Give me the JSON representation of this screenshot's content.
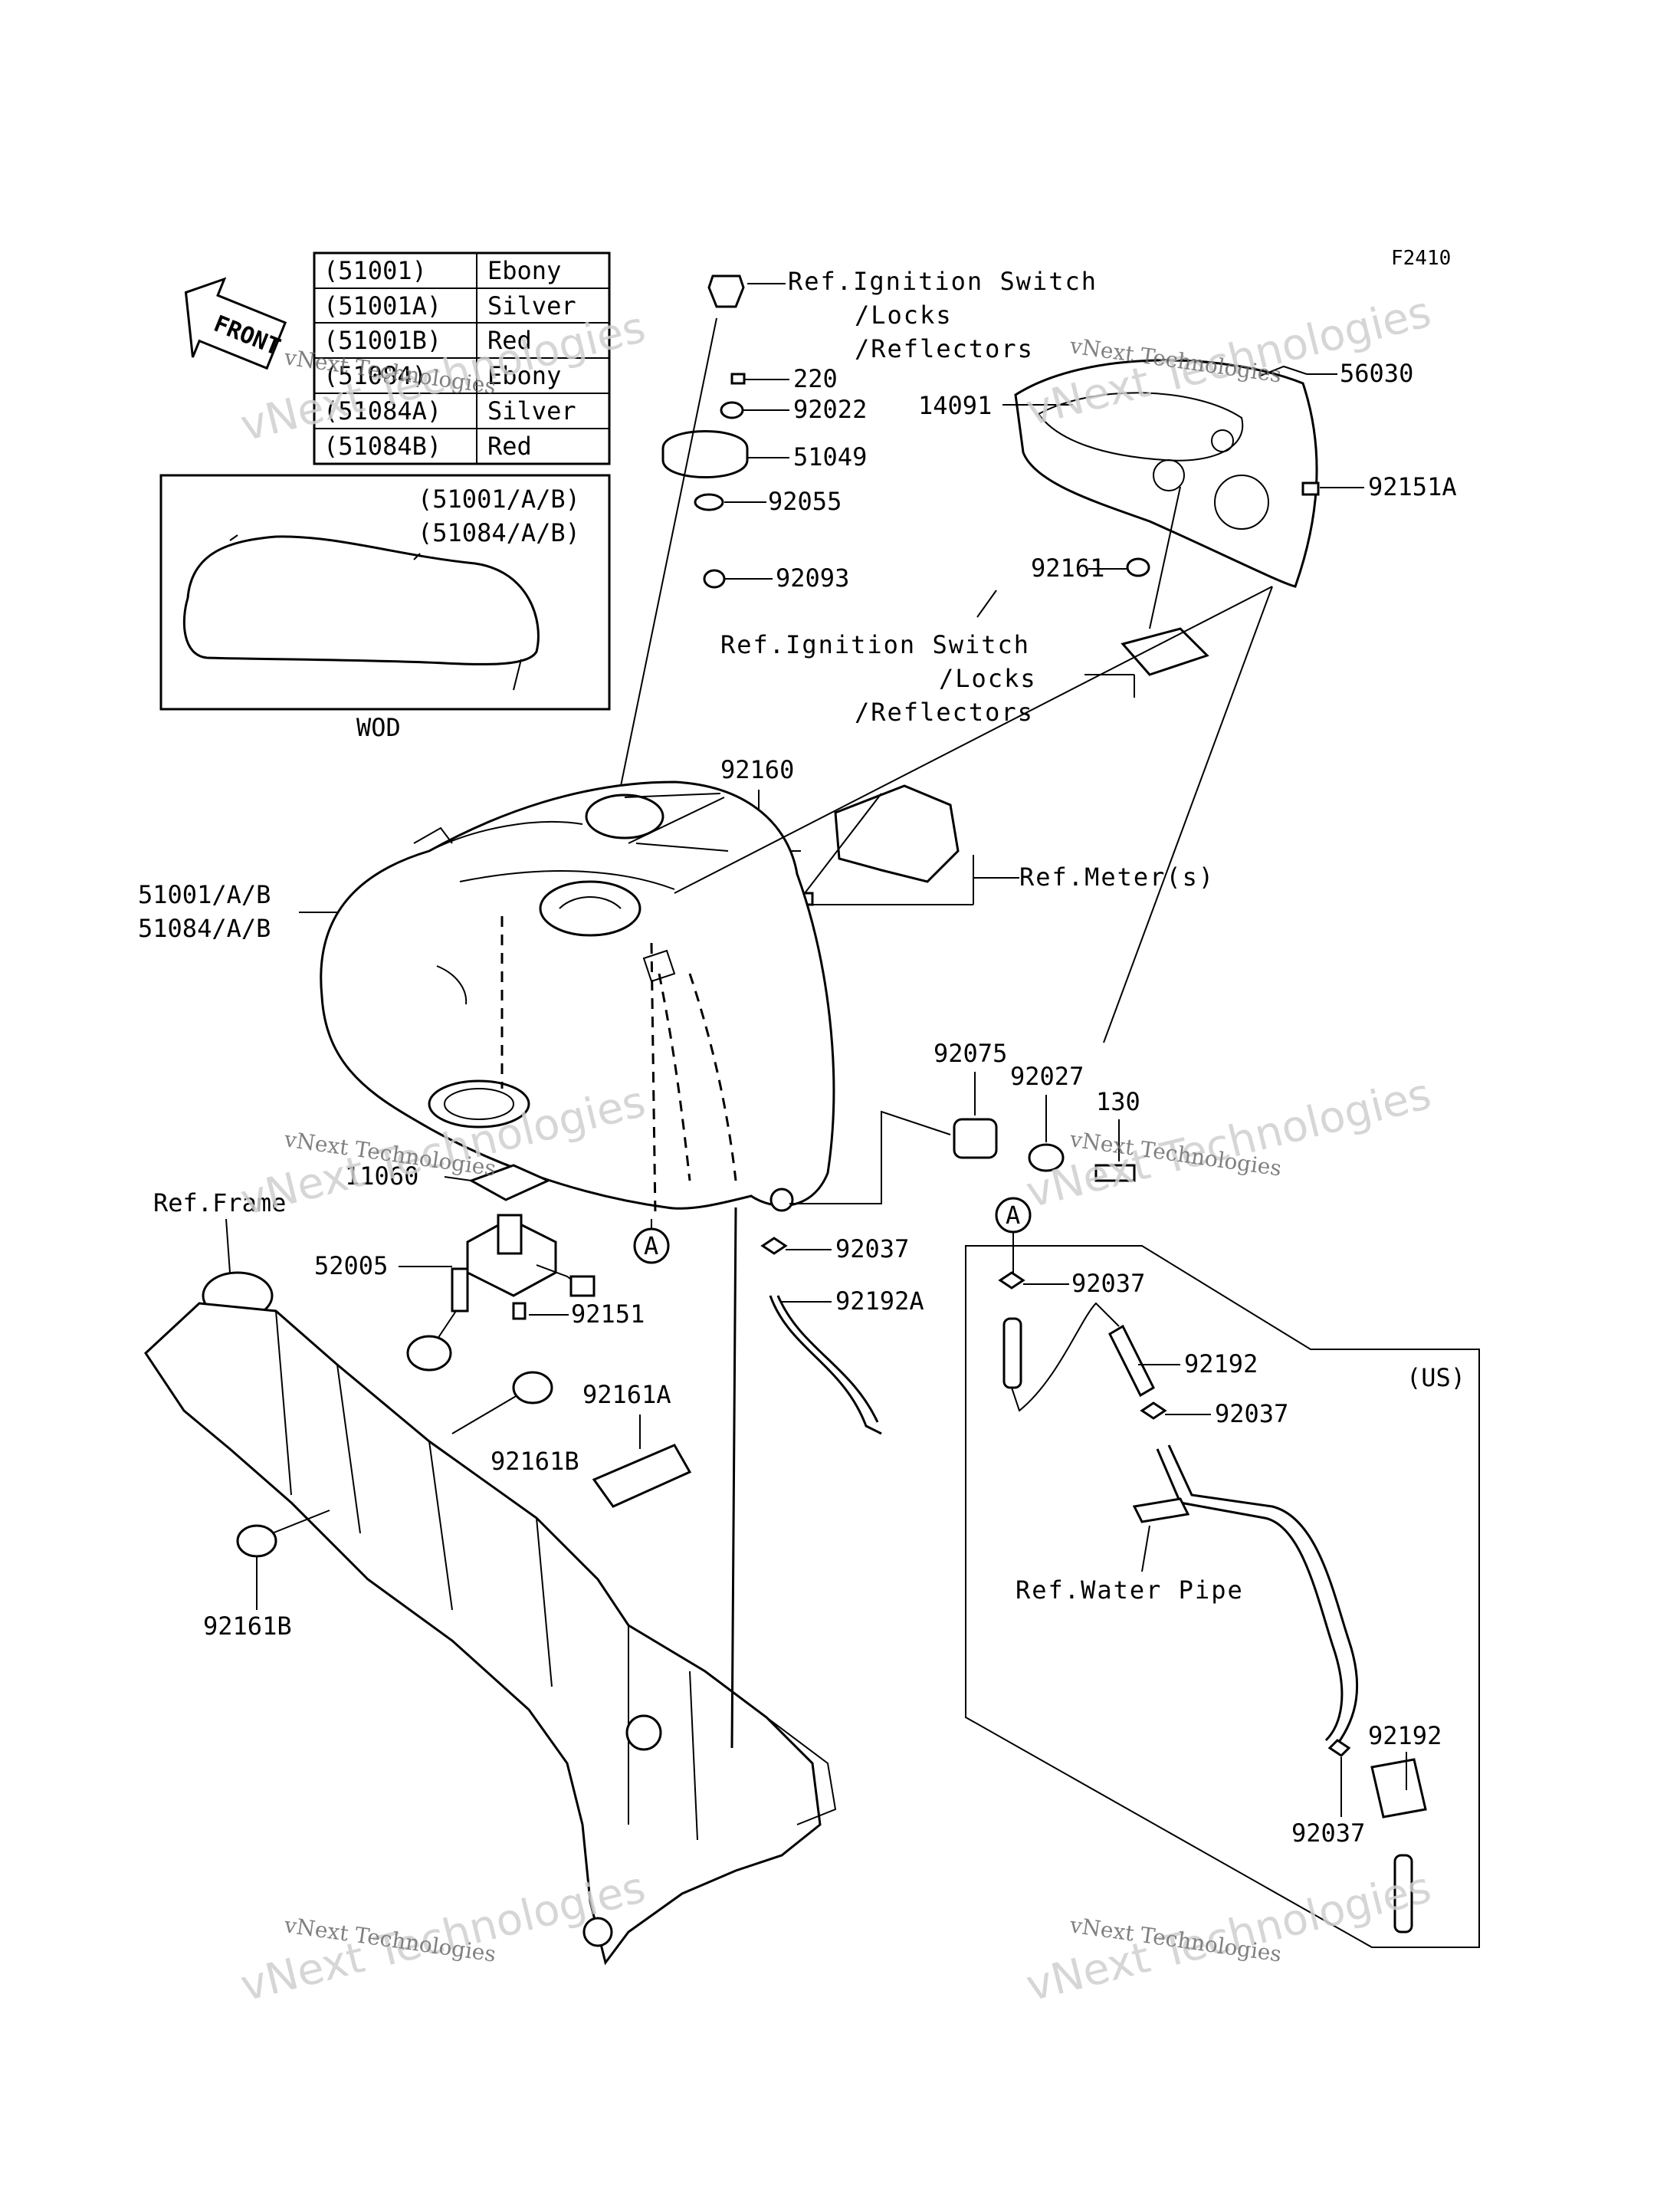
{
  "diagram_code": "F2410",
  "front_label": "FRONT",
  "color_table": [
    {
      "code": "(51001)",
      "color": "Ebony"
    },
    {
      "code": "(51001A)",
      "color": "Silver"
    },
    {
      "code": "(51001B)",
      "color": "Red"
    },
    {
      "code": "(51084)",
      "color": "Ebony"
    },
    {
      "code": "(51084A)",
      "color": "Silver"
    },
    {
      "code": "(51084B)",
      "color": "Red"
    }
  ],
  "inset": {
    "line1": "(51001/A/B)",
    "line2": "(51084/A/B)",
    "caption": "WOD"
  },
  "references": {
    "ignition_top": [
      "Ref.Ignition Switch",
      "/Locks",
      "/Reflectors"
    ],
    "ignition_mid": [
      "Ref.Ignition Switch",
      "/Locks",
      "/Reflectors"
    ],
    "meter": "Ref.Meter(s)",
    "frame": "Ref.Frame",
    "water_pipe": "Ref.Water Pipe"
  },
  "callout_a": "A",
  "us_label": "(US)",
  "parts": {
    "p220": "220",
    "p92022": "92022",
    "p51049": "51049",
    "p92055": "92055",
    "p92093": "92093",
    "p14091": "14091",
    "p56030": "56030",
    "p92151A": "92151A",
    "p92161": "92161",
    "p92160": "92160",
    "p51001": "51001/A/B",
    "p51084": "51084/A/B",
    "p92075": "92075",
    "p92027": "92027",
    "p130": "130",
    "p11060": "11060",
    "p52005": "52005",
    "p92151": "92151",
    "p92037a": "92037",
    "p92192A": "92192A",
    "p92161A": "92161A",
    "p92161B_a": "92161B",
    "p92161B_b": "92161B",
    "p92037b": "92037",
    "p92192a": "92192",
    "p92037c": "92037",
    "p92192b": "92192",
    "p92037d": "92037"
  },
  "watermarks": {
    "big": "vNext Technologies",
    "small": "vNext Technologies"
  }
}
